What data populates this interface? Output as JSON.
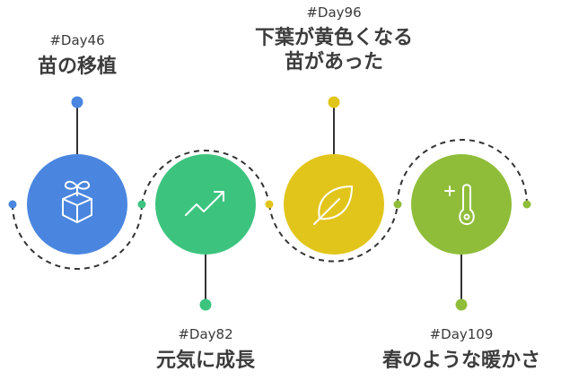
{
  "milestones": [
    {
      "day": "#Day46",
      "title_lines": [
        "苗の移植"
      ],
      "color": "#4a86e0",
      "icon": "sprout-box-icon"
    },
    {
      "day": "#Day82",
      "title_lines": [
        "元気に成長"
      ],
      "color": "#3cc47e",
      "icon": "trend-up-icon"
    },
    {
      "day": "#Day96",
      "title_lines": [
        "下葉が黄色くなる",
        "苗があった"
      ],
      "color": "#e2c51b",
      "icon": "leaf-icon"
    },
    {
      "day": "#Day109",
      "title_lines": [
        "春のような暖かさ"
      ],
      "color": "#8fbd3a",
      "icon": "thermometer-plus-icon"
    }
  ]
}
